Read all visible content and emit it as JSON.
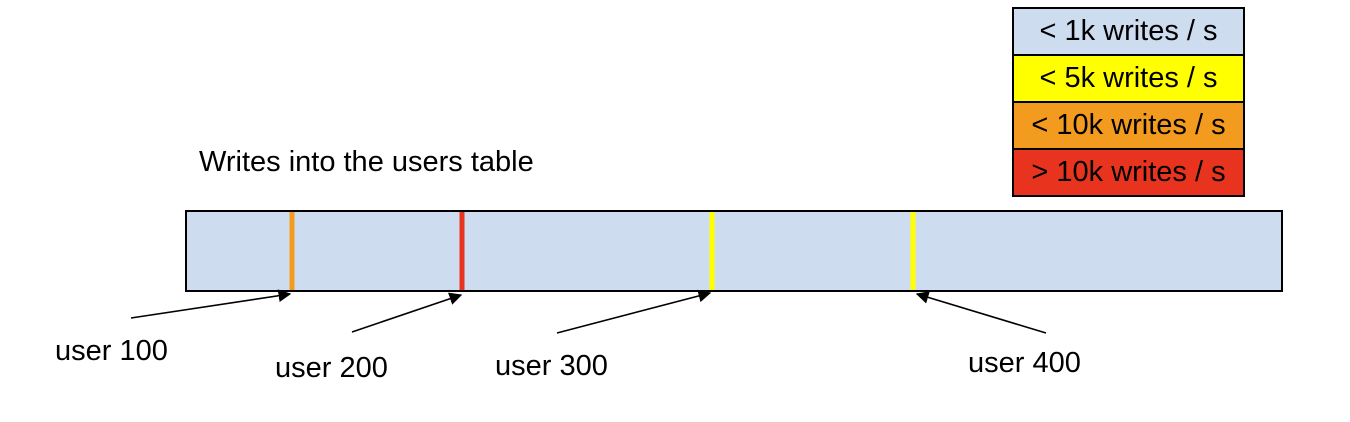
{
  "title": {
    "text": "Writes into the users table"
  },
  "legend": {
    "items": [
      {
        "label": "< 1k writes / s",
        "color": "#cedcf0"
      },
      {
        "label": "< 5k writes / s",
        "color": "#ffff00"
      },
      {
        "label": "< 10k writes / s",
        "color": "#f39b1e"
      },
      {
        "label": "> 10k writes / s",
        "color": "#e8331f"
      }
    ]
  },
  "bar": {
    "fill": "#cedcf0",
    "outline": "#000000",
    "ticks": [
      {
        "label": "user 100",
        "color": "#f39b1e",
        "position_pct": 9.6
      },
      {
        "label": "user 200",
        "color": "#e8331f",
        "position_pct": 25.1
      },
      {
        "label": "user 300",
        "color": "#ffff00",
        "position_pct": 48.0
      },
      {
        "label": "user 400",
        "color": "#ffff00",
        "position_pct": 66.4
      }
    ]
  },
  "annotations": [
    {
      "text": "user 100"
    },
    {
      "text": "user 200"
    },
    {
      "text": "user 300"
    },
    {
      "text": "user 400"
    }
  ],
  "arrow_color": "#000000"
}
